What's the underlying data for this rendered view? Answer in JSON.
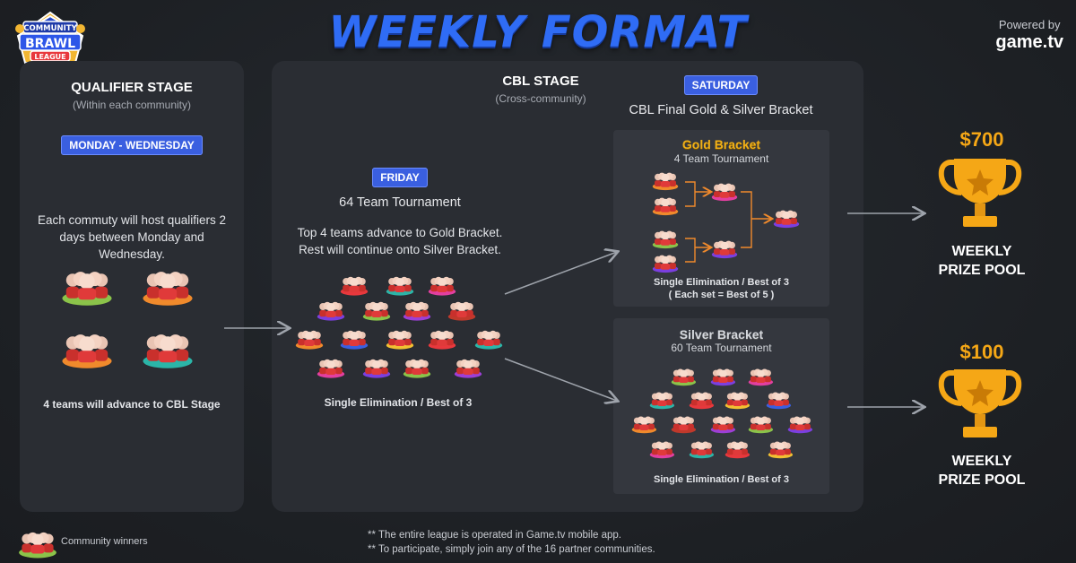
{
  "header": {
    "title": "WEEKLY FORMAT",
    "logo_text": [
      "COMMUNITY",
      "BRAWL",
      "LEAGUE"
    ],
    "powered_by": "Powered by",
    "brand": "game.tv"
  },
  "qualifier": {
    "title": "QUALIFIER STAGE",
    "subtitle": "(Within each community)",
    "badge": "MONDAY - WEDNESDAY",
    "description": "Each commuty will host qualifiers 2 days between Monday and Wednesday.",
    "advance": "4 teams will advance to CBL Stage"
  },
  "cbl": {
    "title": "CBL STAGE",
    "subtitle": "(Cross-community)",
    "friday_badge": "FRIDAY",
    "friday_title": "64 Team Tournament",
    "friday_description_1": "Top 4 teams advance to Gold Bracket.",
    "friday_description_2": "Rest will continue onto Silver Bracket.",
    "friday_format": "Single Elimination / Best of 3",
    "saturday_badge": "SATURDAY",
    "saturday_title": "CBL Final Gold & Silver Bracket"
  },
  "gold": {
    "title": "Gold Bracket",
    "subtitle": "4 Team Tournament",
    "format_1": "Single Elimination / Best of 3",
    "format_2": "( Each set = Best of 5 )"
  },
  "silver": {
    "title": "Silver Bracket",
    "subtitle": "60 Team Tournament",
    "format": "Single Elimination / Best of 3"
  },
  "prizes": [
    {
      "amount": "$700",
      "label_1": "WEEKLY",
      "label_2": "PRIZE POOL"
    },
    {
      "amount": "$100",
      "label_1": "WEEKLY",
      "label_2": "PRIZE POOL"
    }
  ],
  "legend": {
    "label": "Community winners"
  },
  "footer": {
    "line_1": "** The entire league is operated in Game.tv mobile app.",
    "line_2": "** To participate, simply join any of the 16 partner communities."
  },
  "colors": {
    "accent": "#3a5fe0",
    "gold": "#f0b019",
    "prize": "#f5a716",
    "bracket_line": "#f08a2c"
  }
}
